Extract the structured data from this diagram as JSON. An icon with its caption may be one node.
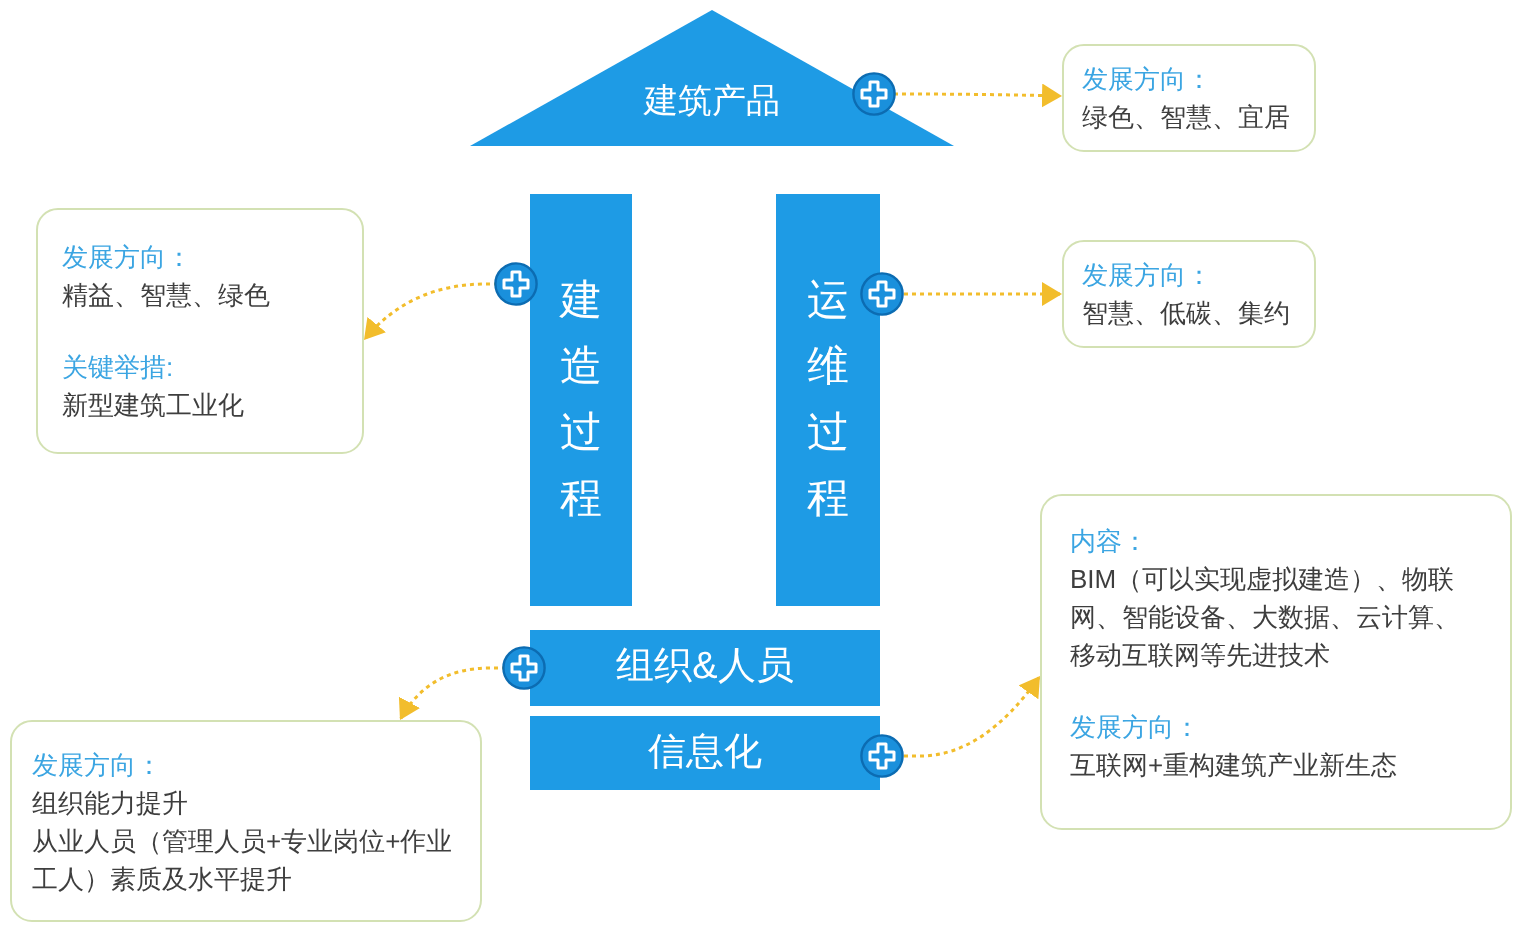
{
  "diagram": {
    "nodes": [
      {
        "text": [
          "建筑产品"
        ]
      },
      {
        "text": [
          "发展方向：",
          "绿色、智慧、宜居"
        ]
      },
      {
        "text": [
          "发展方向：",
          "精益、智慧、绿色",
          "关键举措:",
          "新型建筑工业化"
        ]
      },
      {
        "text": [
          "建造过程"
        ]
      },
      {
        "text": [
          "运维过程"
        ]
      },
      {
        "text": [
          "发展方向：",
          "智慧、低碳、集约"
        ]
      },
      {
        "text": [
          "内容：",
          "BIM（可以实现虚拟建造）、物联网、智能设备、大数据、云计算、移动互联网等先进技术",
          "发展方向：",
          "互联网+重构建筑产业新生态"
        ]
      },
      {
        "text": [
          "组织&人员"
        ]
      },
      {
        "text": [
          "信息化"
        ]
      },
      {
        "text": [
          "发展方向：",
          "组织能力提升",
          "从业人员（管理人员+专业岗位+作业工人）素质及水平提升"
        ]
      }
    ],
    "edges": [
      {
        "from": 0,
        "to": 1,
        "arrow": "to",
        "style": "dashed"
      },
      {
        "from": 3,
        "to": 2,
        "arrow": "to",
        "style": "dashed"
      },
      {
        "from": 4,
        "to": 5,
        "arrow": "to",
        "style": "dashed"
      },
      {
        "from": 7,
        "to": 9,
        "arrow": "to",
        "style": "dashed"
      },
      {
        "from": 8,
        "to": 6,
        "arrow": "to",
        "style": "dashed"
      }
    ]
  }
}
